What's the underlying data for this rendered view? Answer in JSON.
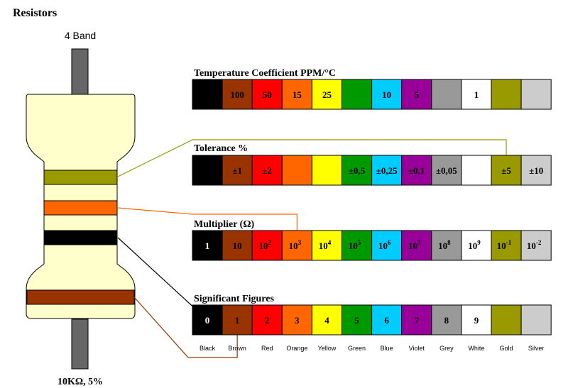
{
  "header": {
    "title": "Resistors",
    "band_count_label": "4 Band",
    "value_label": "10KΩ, 5%"
  },
  "colors": [
    "Black",
    "Brown",
    "Red",
    "Orange",
    "Yellow",
    "Green",
    "Blue",
    "Violet",
    "Grey",
    "White",
    "Gold",
    "Silver"
  ],
  "swatches": [
    "#000000",
    "#993300",
    "#ff0000",
    "#ff6600",
    "#ffff00",
    "#009900",
    "#00ccff",
    "#990099",
    "#999999",
    "#ffffff",
    "#999900",
    "#cccccc"
  ],
  "resistor": {
    "body_color": "#ffffcc",
    "lead_color": "#666666",
    "bands": [
      {
        "name": "Green-Gold",
        "color": "#999900",
        "table": "tolerance",
        "color_index": 10
      },
      {
        "name": "Orange",
        "color": "#ff6600",
        "table": "multiplier",
        "color_index": 3
      },
      {
        "name": "Black",
        "color": "#000000",
        "table": "significant",
        "color_index": 0
      },
      {
        "name": "Brown",
        "color": "#993300",
        "table": "significant",
        "color_index": 1
      }
    ]
  },
  "tables": {
    "temperature": {
      "title": "Temperature Coefficient PPM/°C",
      "cells": [
        "",
        "100",
        "50",
        "15",
        "25",
        "",
        "10",
        "5",
        "",
        "1",
        "",
        ""
      ]
    },
    "tolerance": {
      "title": "Tolerance %",
      "cells": [
        "",
        "±1",
        "±2",
        "",
        "",
        "±0,5",
        "±0,25",
        "±0,1",
        "±0,05",
        "",
        "±5",
        "±10"
      ]
    },
    "multiplier": {
      "title": "Multiplier (Ω)",
      "cells": [
        {
          "base": "1",
          "exp": ""
        },
        {
          "base": "10",
          "exp": ""
        },
        {
          "base": "10",
          "exp": "2"
        },
        {
          "base": "10",
          "exp": "3"
        },
        {
          "base": "10",
          "exp": "4"
        },
        {
          "base": "10",
          "exp": "5"
        },
        {
          "base": "10",
          "exp": "6"
        },
        {
          "base": "10",
          "exp": "7"
        },
        {
          "base": "10",
          "exp": "8"
        },
        {
          "base": "10",
          "exp": "9"
        },
        {
          "base": "10",
          "exp": "-1"
        },
        {
          "base": "10",
          "exp": "-2"
        }
      ]
    },
    "significant": {
      "title": "Significant Figures",
      "cells": [
        "0",
        "1",
        "2",
        "3",
        "4",
        "5",
        "6",
        "7",
        "8",
        "9",
        "",
        ""
      ]
    }
  }
}
